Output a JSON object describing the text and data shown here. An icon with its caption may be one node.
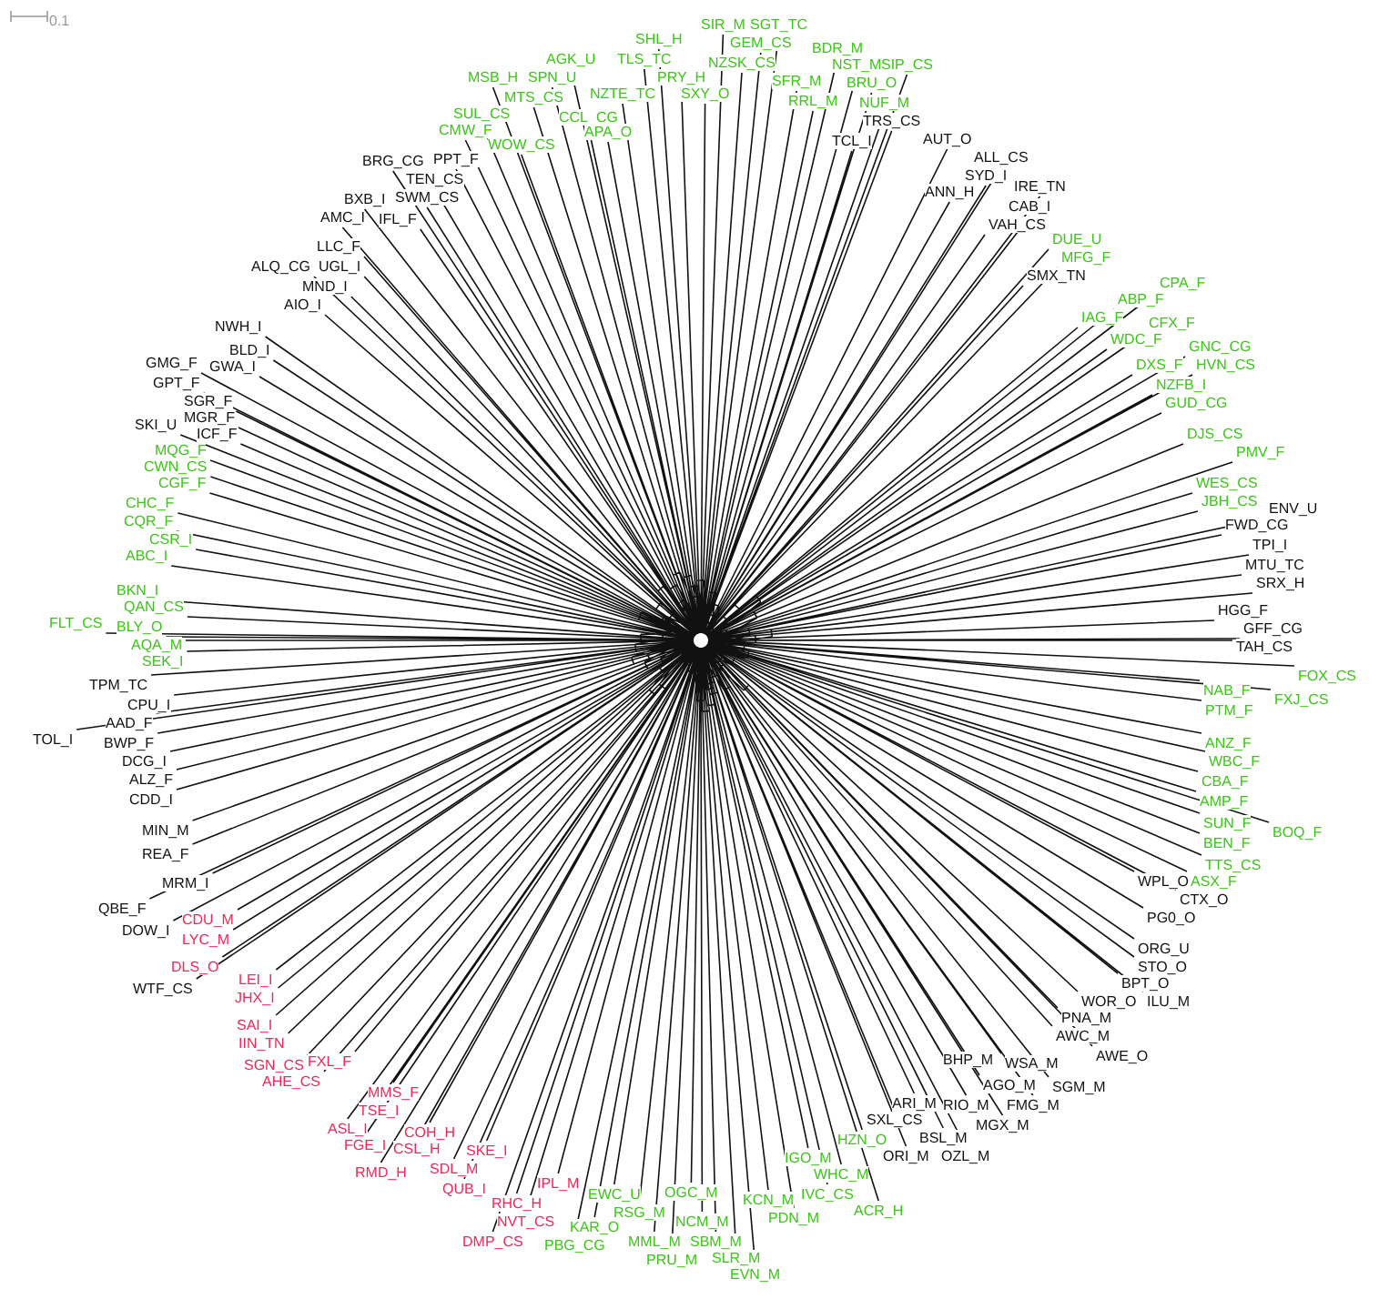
{
  "diagram": {
    "labels": [
      "0.1",
      "SIR_M",
      "SGT_TC",
      "SHL_H",
      "GEM_CS",
      "BDR_M",
      "AGK_U",
      "TLS_TC",
      "NST_M",
      "SIP_CS",
      "NZSK_CS",
      "MSB_H",
      "SPN_U",
      "PRY_H",
      "BRU_O",
      "SFR_M",
      "MTS_CS",
      "NZTE_TC",
      "SXY_O",
      "RRL_M",
      "NUF_M",
      "SUL_CS",
      "CCL_CG",
      "CMW_F",
      "APA_O",
      "WOW_CS",
      "TRS_CS",
      "TCL_I",
      "AUT_O",
      "ALL_CS",
      "BRG_CG",
      "PPT_F",
      "SYD_I",
      "TEN_CS",
      "IRE_TN",
      "BXB_I",
      "SWM_CS",
      "ANN_H",
      "AMC_I",
      "IFL_F",
      "CAB_I",
      "VAH_CS",
      "LLC_F",
      "ALQ_CG",
      "UGL_I",
      "DUE_U",
      "MND_I",
      "MFG_F",
      "SMX_TN",
      "AIO_I",
      "CPA_F",
      "ABP_F",
      "IAG_F",
      "CFX_F",
      "NWH_I",
      "WDC_F",
      "GNC_CG",
      "BLD_I",
      "GMG_F",
      "GWA_I",
      "DXS_F",
      "HVN_CS",
      "GPT_F",
      "NZFB_I",
      "SGR_F",
      "GUD_CG",
      "MGR_F",
      "SKI_U",
      "ICF_F",
      "DJS_CS",
      "MQG_F",
      "PMV_F",
      "CWN_CS",
      "CGF_F",
      "WES_CS",
      "JBH_CS",
      "CHC_F",
      "ENV_U",
      "CQR_F",
      "FWD_CG",
      "CSR_I",
      "TPI_I",
      "ABC_I",
      "MTU_TC",
      "SRX_H",
      "BKN_I",
      "HGG_F",
      "QAN_CS",
      "FLT_CS",
      "BLY_O",
      "GFF_CG",
      "AQA_M",
      "TAH_CS",
      "SEK_I",
      "FOX_CS",
      "TPM_TC",
      "NAB_F",
      "FXJ_CS",
      "CPU_I",
      "PTM_F",
      "AAD_F",
      "TOL_I",
      "BWP_F",
      "ANZ_F",
      "DCG_I",
      "WBC_F",
      "ALZ_F",
      "CBA_F",
      "CDD_I",
      "AMP_F",
      "SUN_F",
      "MIN_M",
      "BOQ_F",
      "BEN_F",
      "REA_F",
      "TTS_CS",
      "MRM_I",
      "WPL_O",
      "ASX_F",
      "CTX_O",
      "QBE_F",
      "PG0_O",
      "CDU_M",
      "DOW_I",
      "LYC_M",
      "ORG_U",
      "DLS_O",
      "STO_O",
      "LEI_I",
      "BPT_O",
      "WTF_CS",
      "JHX_I",
      "WOR_O",
      "ILU_M",
      "PNA_M",
      "SAI_I",
      "AWC_M",
      "IIN_TN",
      "AWE_O",
      "BHP_M",
      "WSA_M",
      "FXL_F",
      "SGN_CS",
      "AHE_CS",
      "AGO_M",
      "SGM_M",
      "MMS_F",
      "ARI_M",
      "RIO_M",
      "FMG_M",
      "TSE_I",
      "SXL_CS",
      "MGX_M",
      "ASL_I",
      "COH_H",
      "BSL_M",
      "HZN_O",
      "FGE_I",
      "CSL_H",
      "SKE_I",
      "ORI_M",
      "OZL_M",
      "IGO_M",
      "SDL_M",
      "RMD_H",
      "WHC_M",
      "IPL_M",
      "QUB_I",
      "EWC_U",
      "OGC_M",
      "IVC_CS",
      "KCN_M",
      "RHC_H",
      "RSG_M",
      "ACR_H",
      "PDN_M",
      "NVT_CS",
      "NCM_M",
      "KAR_O",
      "DMP_CS",
      "MML_M",
      "SBM_M",
      "PBG_CG",
      "SLR_M",
      "PRU_M",
      "EVN_M"
    ]
  }
}
